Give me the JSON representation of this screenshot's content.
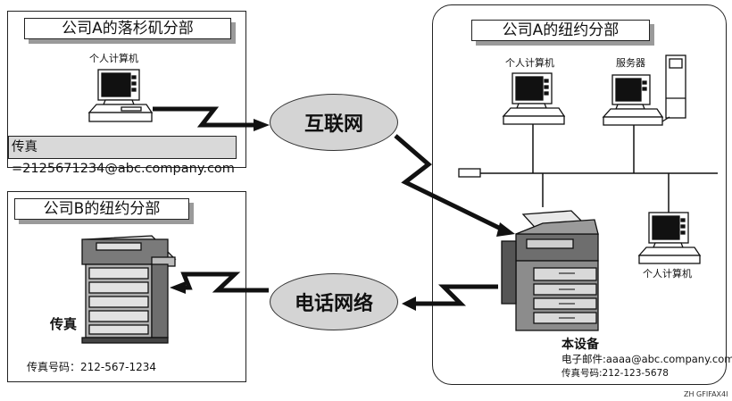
{
  "la_office": {
    "title": "公司A的落杉矶分部",
    "pc_label": "个人计算机",
    "fax_address": "传真=2125671234@abc.company.com"
  },
  "ny_office_a": {
    "title": "公司A的纽约分部",
    "pc1_label": "个人计算机",
    "server_label": "服务器",
    "pc2_label": "个人计算机",
    "device_label": "本设备",
    "email_line": "电子邮件:aaaa@abc.company.com",
    "fax_line": "传真号码:212-123-5678"
  },
  "ny_office_b": {
    "title": "公司B的纽约分部",
    "fax_label": "传真",
    "fax_number": "传真号码：212-567-1234"
  },
  "networks": {
    "internet": "互联网",
    "phone": "电话网络"
  },
  "footer_code": "ZH GFIFAX4I"
}
